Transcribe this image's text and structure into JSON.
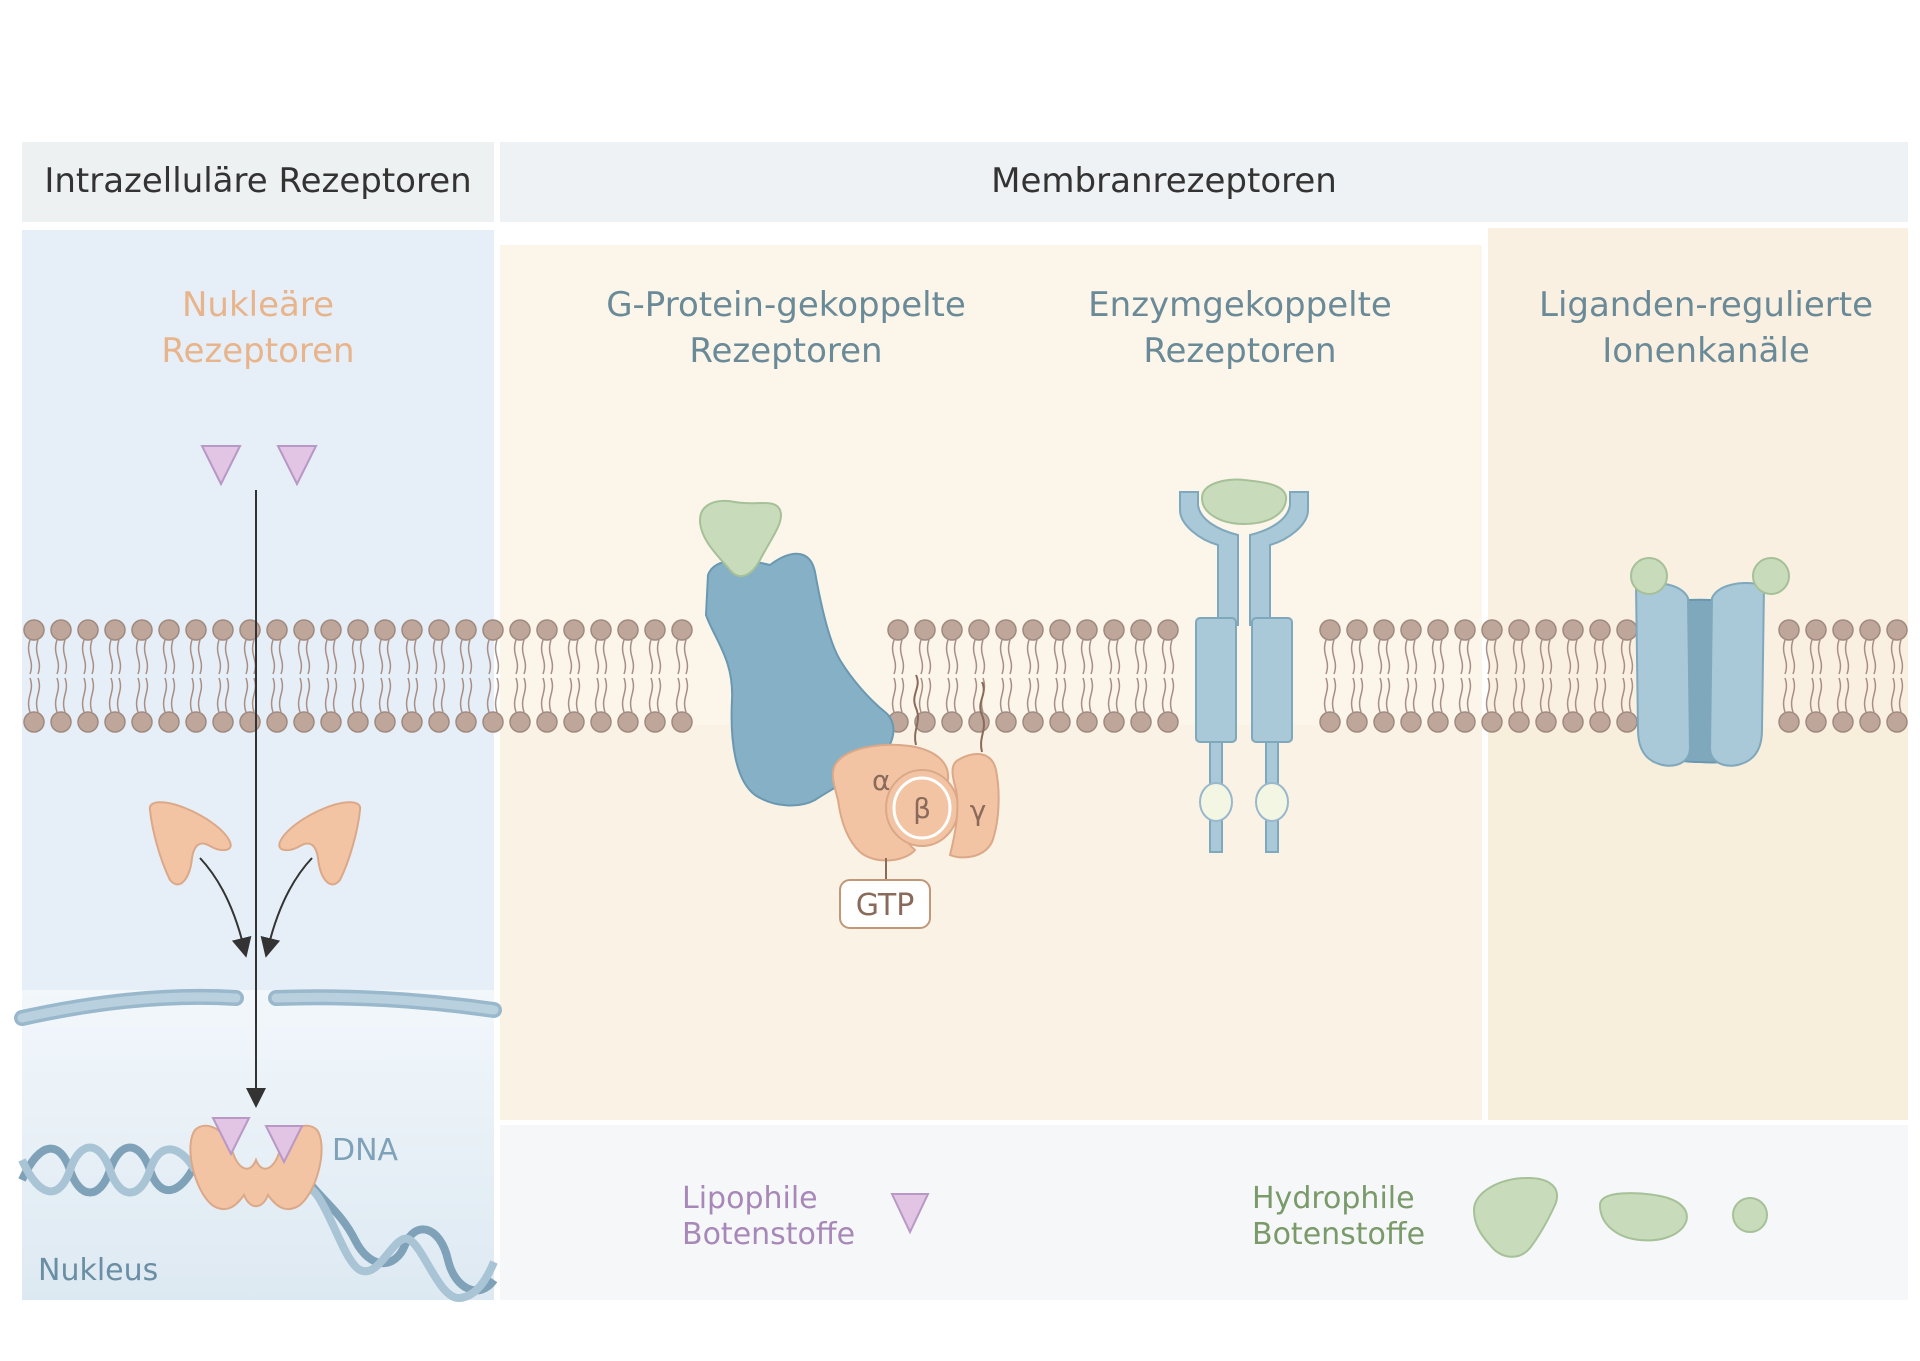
{
  "headers": {
    "intracellular": "Intrazelluläre Rezeptoren",
    "membrane": "Membranrezeptoren"
  },
  "sections": {
    "nuclear": [
      "Nukleäre",
      "Rezeptoren"
    ],
    "gpcr": [
      "G-Protein-gekoppelte",
      "Rezeptoren"
    ],
    "enzyme": [
      "Enzymgekoppelte",
      "Rezeptoren"
    ],
    "ion": [
      "Liganden-regulierte",
      "Ionenkanäle"
    ]
  },
  "labels": {
    "alpha": "α",
    "beta": "β",
    "gamma": "γ",
    "gtp": "GTP",
    "dna": "DNA",
    "nucleus": "Nukleus"
  },
  "legend": {
    "lipophile": [
      "Lipophile",
      "Botenstoffe"
    ],
    "hydrophile": [
      "Hydrophile",
      "Botenstoffe"
    ]
  },
  "colors": {
    "header_bg": "#eef1f2",
    "intra_bg": "#e6eff7",
    "gpcr_bg": "#faf2e4",
    "ion_bg": "#f8eedc",
    "legend_bg": "#f5f7f9",
    "nuclear_title": "#e8b48c",
    "receptor_title": "#6a8a98",
    "lipophile_text": "#a888b8",
    "hydrophile_text": "#7a9a6a",
    "receptor_blue": "#a9c8d8",
    "receptor_blue_dark": "#7fa8bc",
    "gprotein_orange": "#f2c4a4",
    "ligand_green": "#c8dcbc",
    "ligand_purple": "#e2c4e4",
    "lipid_head": "#bfa69a",
    "nucleus_membrane": "#9ab8cc"
  }
}
